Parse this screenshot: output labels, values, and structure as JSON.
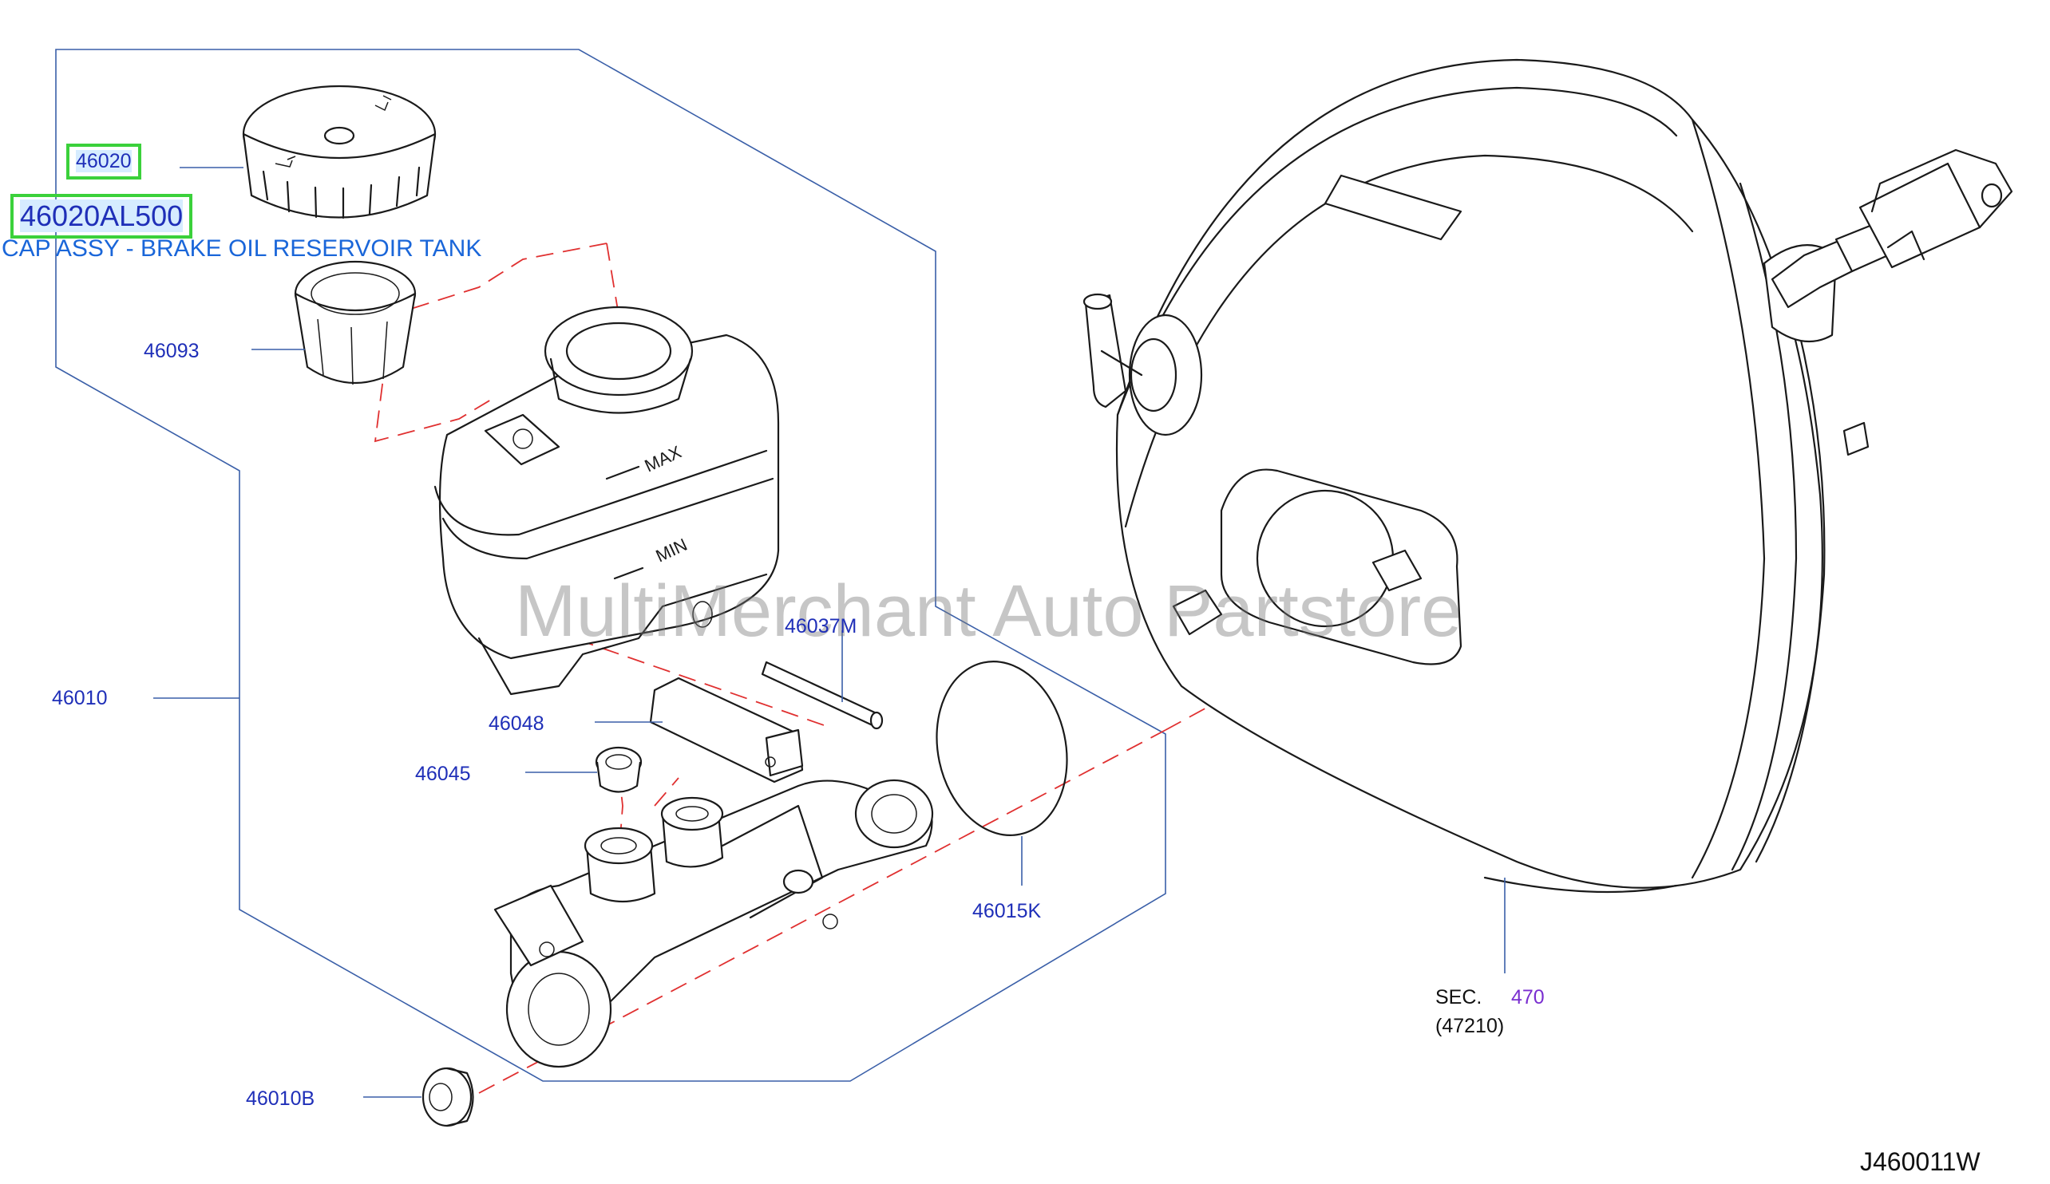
{
  "diagram_code": "J460011W",
  "watermark": "MultiMerchant Auto Partstore",
  "highlight": {
    "part_no": "46020",
    "oem_number": "46020AL500",
    "description": "CAP ASSY - BRAKE OIL RESERVOIR TANK"
  },
  "labels": {
    "p46093": "46093",
    "p46010": "46010",
    "p46037M": "46037M",
    "p46048": "46048",
    "p46045": "46045",
    "p46015K": "46015K",
    "p46010B": "46010B",
    "sec_prefix": "SEC.",
    "sec_number": "470",
    "sec_sub": "(47210)"
  },
  "embossed_text": {
    "max": "MAX",
    "min": "MIN"
  },
  "colors": {
    "label_blue": "#1f2fb8",
    "highlight_green": "#3bd13b",
    "section_purple": "#7a2fd0",
    "dash_red": "#e03030",
    "frame_blue": "#3a5fa8"
  }
}
